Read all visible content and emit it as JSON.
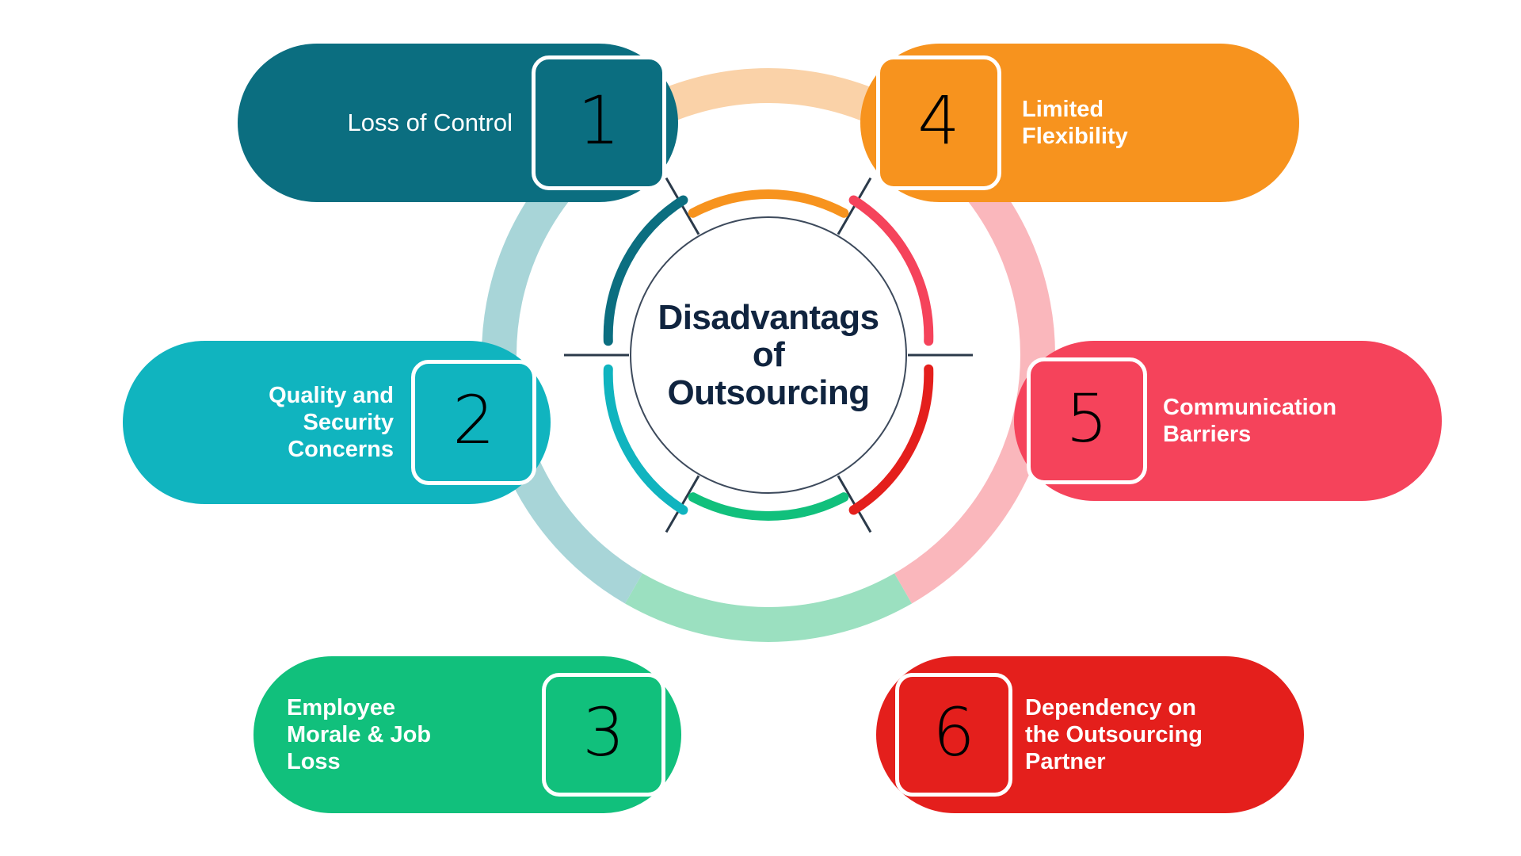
{
  "diagram": {
    "center": {
      "title": "Disadvantags\nof\nOutsourcing",
      "title_color": "#10243f",
      "border_color": "#3d4a5c"
    },
    "outer_ring_segments": [
      {
        "name": "top",
        "color": "#fad2a8"
      },
      {
        "name": "upper-right",
        "color": "#fab7bc"
      },
      {
        "name": "lower-right",
        "color": "#fab7bc"
      },
      {
        "name": "bottom",
        "color": "#9be0c0"
      },
      {
        "name": "lower-left",
        "color": "#a8d5d8"
      },
      {
        "name": "upper-left",
        "color": "#a8d5d8"
      }
    ],
    "inner_arcs": [
      {
        "item": 1,
        "color": "#0b6e80"
      },
      {
        "item": 2,
        "color": "#10b4bf"
      },
      {
        "item": 3,
        "color": "#11c07c"
      },
      {
        "item": 4,
        "color": "#f7931e"
      },
      {
        "item": 5,
        "color": "#f5435b"
      },
      {
        "item": 6,
        "color": "#e41f1c"
      }
    ],
    "connector_color": "#2b3a4a",
    "items": [
      {
        "number": "1",
        "label": "Loss of Control",
        "color": "#0b6e80",
        "position": "top-left",
        "badge_side": "right"
      },
      {
        "number": "2",
        "label": "Quality and\nSecurity\nConcerns",
        "color": "#10b4bf",
        "position": "mid-left",
        "badge_side": "right"
      },
      {
        "number": "3",
        "label": "Employee\nMorale & Job\nLoss",
        "color": "#11c07c",
        "position": "bottom-left",
        "badge_side": "right"
      },
      {
        "number": "4",
        "label": "Limited\nFlexibility",
        "color": "#f7931e",
        "position": "top-right",
        "badge_side": "left"
      },
      {
        "number": "5",
        "label": "Communication\nBarriers",
        "color": "#f5435b",
        "position": "mid-right",
        "badge_side": "left"
      },
      {
        "number": "6",
        "label": "Dependency on\nthe Outsourcing\nPartner",
        "color": "#e41f1c",
        "position": "bottom-right",
        "badge_side": "left"
      }
    ]
  },
  "chart_data": {
    "type": "diagram",
    "title": "Disadvantags of Outsourcing",
    "layout": "radial hub-and-spoke with 6 pill callouts around a central circle",
    "categories": [
      "Loss of Control",
      "Quality and Security Concerns",
      "Employee Morale & Job Loss",
      "Limited Flexibility",
      "Communication Barriers",
      "Dependency on the Outsourcing Partner"
    ],
    "values": [
      1,
      2,
      3,
      4,
      5,
      6
    ],
    "colors": [
      "#0b6e80",
      "#10b4bf",
      "#11c07c",
      "#f7931e",
      "#f5435b",
      "#e41f1c"
    ],
    "legend": "none",
    "grid": false
  }
}
